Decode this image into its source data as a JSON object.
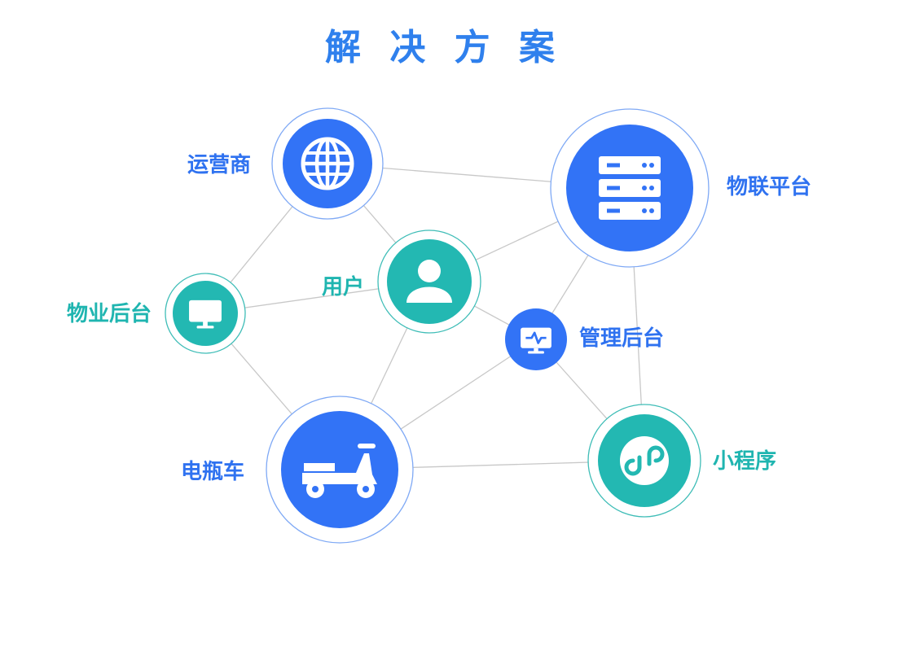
{
  "title": "解 决 方 案",
  "colors": {
    "blue": "#3273f6",
    "teal": "#23b8b2",
    "blue_ring": "#7fa9f5",
    "teal_ring": "#3fbdb7",
    "edge": "#c8c8c8",
    "icon_fg": "#ffffff"
  },
  "nodes": [
    {
      "id": "operator",
      "label": "运营商",
      "color": "blue",
      "icon": "globe-icon"
    },
    {
      "id": "iot",
      "label": "物联平台",
      "color": "blue",
      "icon": "server-icon"
    },
    {
      "id": "user",
      "label": "用户",
      "color": "teal",
      "icon": "user-icon"
    },
    {
      "id": "property",
      "label": "物业后台",
      "color": "teal",
      "icon": "monitor-icon"
    },
    {
      "id": "admin",
      "label": "管理后台",
      "color": "blue",
      "icon": "monitor-pulse-icon"
    },
    {
      "id": "ebike",
      "label": "电瓶车",
      "color": "blue",
      "icon": "scooter-icon"
    },
    {
      "id": "miniapp",
      "label": "小程序",
      "color": "teal",
      "icon": "mini-program-icon"
    }
  ],
  "edges": [
    [
      "operator",
      "iot"
    ],
    [
      "operator",
      "property"
    ],
    [
      "operator",
      "user"
    ],
    [
      "user",
      "iot"
    ],
    [
      "user",
      "property"
    ],
    [
      "user",
      "admin"
    ],
    [
      "user",
      "ebike"
    ],
    [
      "property",
      "ebike"
    ],
    [
      "admin",
      "iot"
    ],
    [
      "admin",
      "ebike"
    ],
    [
      "admin",
      "miniapp"
    ],
    [
      "iot",
      "miniapp"
    ],
    [
      "ebike",
      "miniapp"
    ]
  ]
}
